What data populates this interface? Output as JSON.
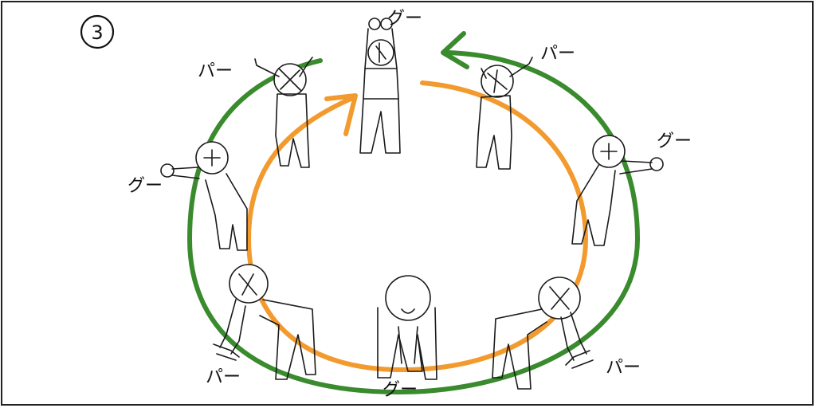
{
  "step_number": "3",
  "colors": {
    "outer_loop": "#3a8a2e",
    "inner_loop": "#f29a2e",
    "ink": "#1a1a1a"
  },
  "labels": {
    "top": "グー",
    "upper_left": "パー",
    "upper_right": "パー",
    "mid_left": "グー",
    "mid_right": "グー",
    "lower_left": "パー",
    "lower_right": "パー",
    "bottom": "グー"
  }
}
